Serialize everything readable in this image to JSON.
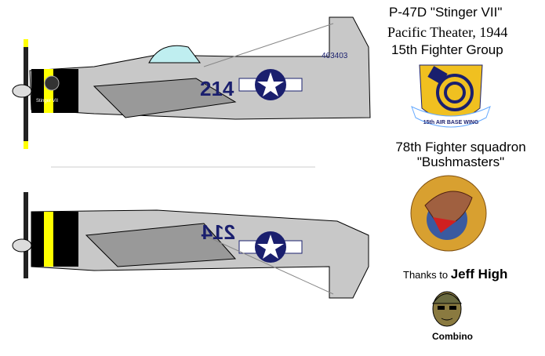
{
  "title": "P-47D \"Stinger VII\"",
  "subtitle": "Pacific Theater, 1944",
  "group": "15th Fighter Group",
  "squadron_line1": "78th Fighter squadron",
  "squadron_line2": "\"Bushmasters\"",
  "thanks_prefix": "Thanks to",
  "thanks_name": "Jeff High",
  "credit": "Combino",
  "aircraft": {
    "number": "214",
    "serial": "463403",
    "nose_name": "Stinger VII"
  },
  "wing_badge_text": "15th AIR BASE WING",
  "colors": {
    "fuselage": "#c8c8c8",
    "insignia": "#1a1f6e",
    "cowl": "#000000",
    "band": "#ffff00",
    "badge": "#f0c020"
  }
}
